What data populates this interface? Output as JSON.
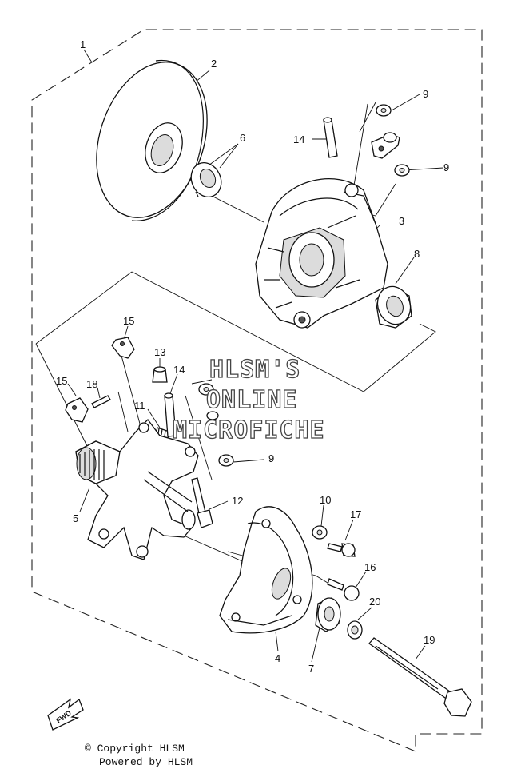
{
  "callouts": [
    "1",
    "2",
    "6",
    "9",
    "14",
    "9",
    "3",
    "8",
    "15",
    "13",
    "14",
    "15",
    "18",
    "11",
    "9",
    "5",
    "12",
    "10",
    "17",
    "16",
    "20",
    "4",
    "7",
    "19"
  ],
  "watermark": {
    "line1": "HLSM'S",
    "line2": "ONLINE",
    "line3": "MICROFICHE"
  },
  "fwd_label": "FWD",
  "footer": {
    "copyright": "© Copyright HLSM",
    "powered": "Powered by HLSM"
  }
}
